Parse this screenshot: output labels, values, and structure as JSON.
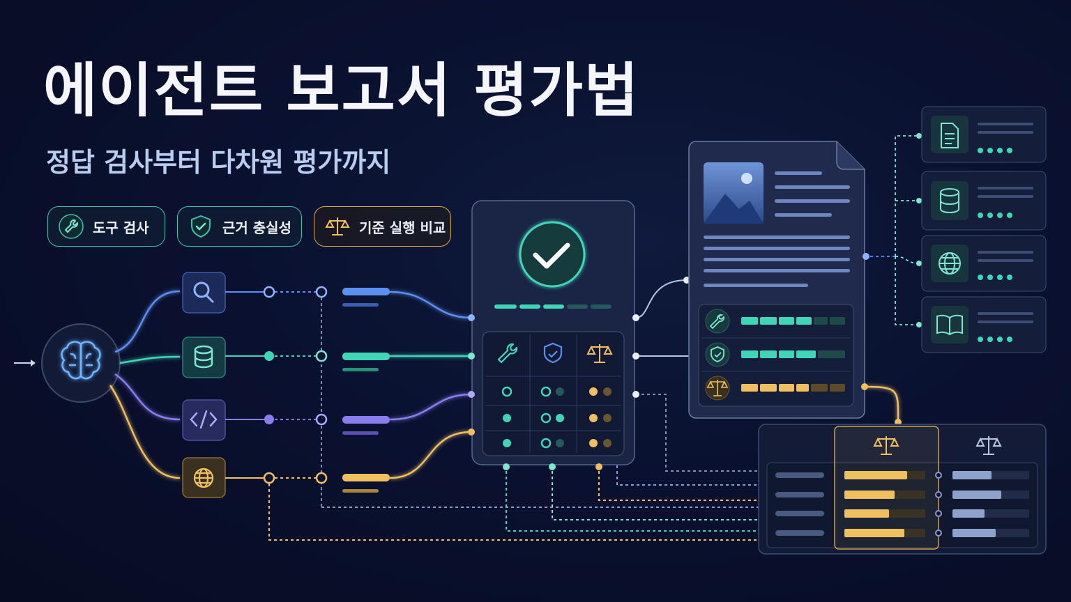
{
  "title": "에이전트 보고서 평가법",
  "subtitle": "정답 검사부터 다차원 평가까지",
  "chips": [
    {
      "label": "도구 검사",
      "icon": "wrench-icon",
      "color": "#3cc3aa"
    },
    {
      "label": "근거 충실성",
      "icon": "shield-check-icon",
      "color": "#3cc3aa"
    },
    {
      "label": "기준 실행 비교",
      "icon": "scales-icon",
      "color": "#e0a94a"
    }
  ],
  "colors": {
    "blue": "#5b8ff0",
    "teal": "#3fd6b8",
    "purple": "#8b7cf0",
    "gold": "#f0c060",
    "panel": "#141d3a"
  },
  "agent_icon": "brain-icon",
  "tool_icons": [
    "search-icon",
    "database-icon",
    "code-icon",
    "globe-icon"
  ],
  "source_icons": [
    "document-icon",
    "database-icon",
    "globe-icon",
    "book-icon"
  ]
}
